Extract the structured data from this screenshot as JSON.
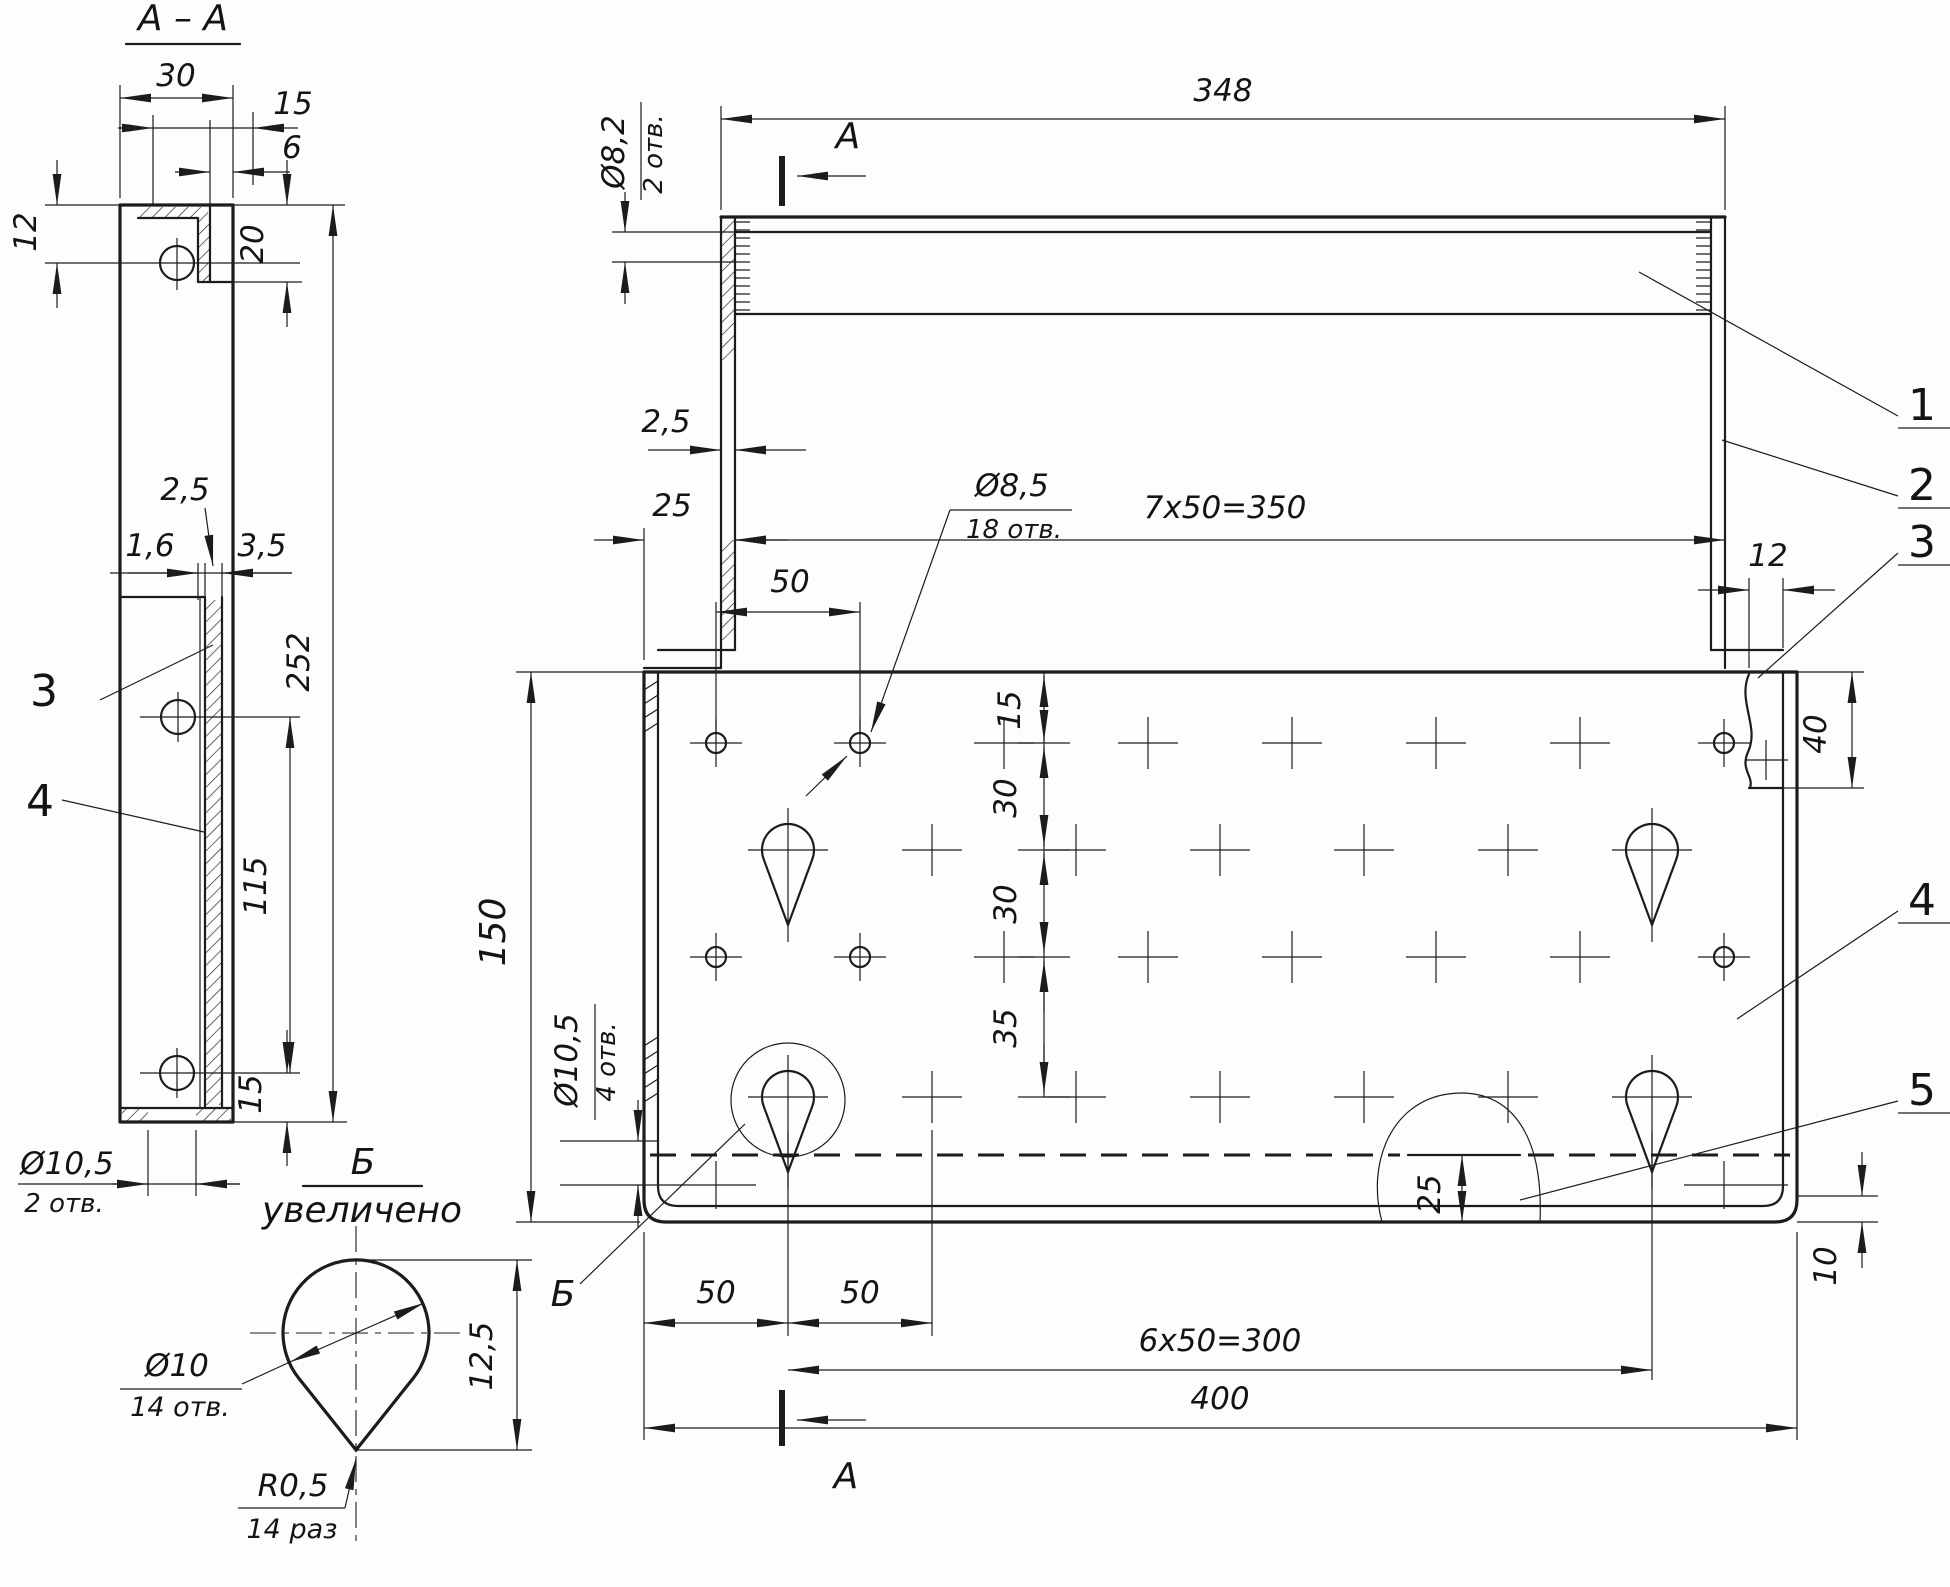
{
  "left_section_view": {
    "title": "А – А",
    "dim_width_outer": "30",
    "dim_width_flange": "15",
    "dim_width_lip": "6",
    "dim_h12": "12",
    "dim_h20": "20",
    "dim_h252": "252",
    "dim_t25": "2,5",
    "dim_t16": "1,6",
    "dim_t35": "3,5",
    "dim_h115": "115",
    "dim_h15": "15",
    "hole_note_dia": "Ø10,5",
    "hole_note_qty": "2 отв.",
    "callout_3": "3",
    "callout_4": "4"
  },
  "detail_view": {
    "marker": "Б",
    "scale_note": "увеличено",
    "hole_dia": "Ø10",
    "hole_qty": "14 отв.",
    "radius": "R0,5",
    "radius_qty": "14 раз",
    "dim_height": "12,5"
  },
  "main_view": {
    "dim_348": "348",
    "hole82_dia": "Ø8,2",
    "hole82_qty": "2 отв.",
    "section_marker_top": "А",
    "section_marker_bottom": "А",
    "dim_wall_thk": "2,5",
    "dim_25": "25",
    "dim_pitch_top": "7x50=350",
    "dim_50_top": "50",
    "hole85_dia": "Ø8,5",
    "hole85_qty": "18 отв.",
    "dim_12": "12",
    "dim_40": "40",
    "dim_15": "15",
    "dim_30_a": "30",
    "dim_30_b": "30",
    "dim_35": "35",
    "dim_150": "150",
    "hole105_dia": "Ø10,5",
    "hole105_qty": "4 отв.",
    "detail_marker": "Б",
    "dim_50_a": "50",
    "dim_50_b": "50",
    "dim_pitch_bottom": "6x50=300",
    "dim_400": "400",
    "dim_10": "10",
    "dim_25_local": "25",
    "callout_1": "1",
    "callout_2": "2",
    "callout_3": "3",
    "callout_4": "4",
    "callout_5": "5"
  }
}
